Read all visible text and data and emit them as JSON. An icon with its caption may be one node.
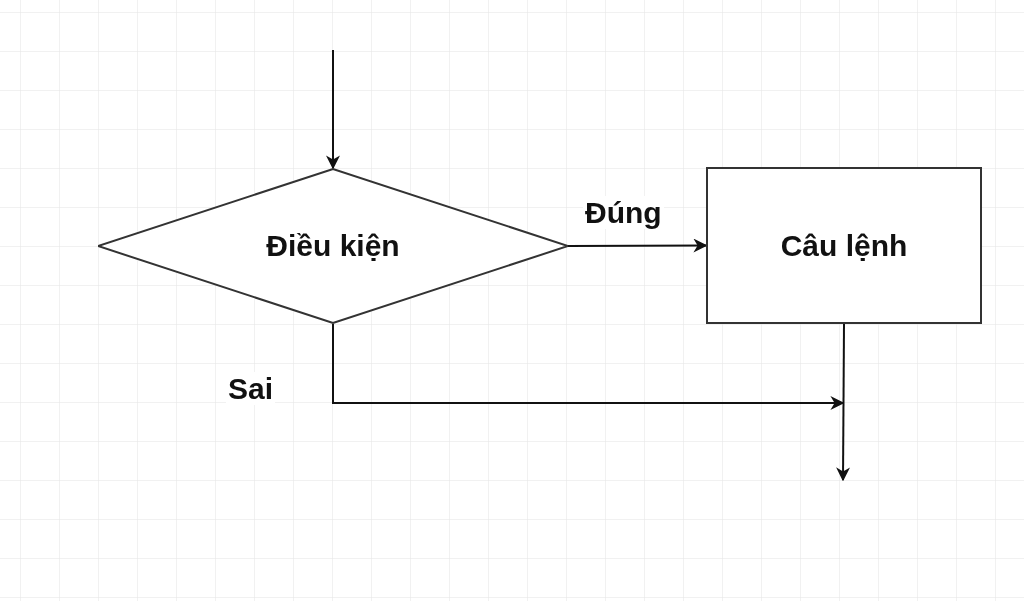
{
  "diagram": {
    "nodes": [
      {
        "text": [
          "Điều kiện"
        ]
      },
      {
        "text": [
          "Câu lệnh"
        ]
      }
    ],
    "edges": [
      {
        "from": null,
        "to": 0,
        "arrow": "to"
      },
      {
        "from": 0,
        "to": 1,
        "arrow": "to",
        "label": "Đúng"
      },
      {
        "from": 0,
        "to": null,
        "arrow": "to",
        "label": "Sai"
      },
      {
        "from": 1,
        "to": null,
        "arrow": "to"
      }
    ]
  }
}
